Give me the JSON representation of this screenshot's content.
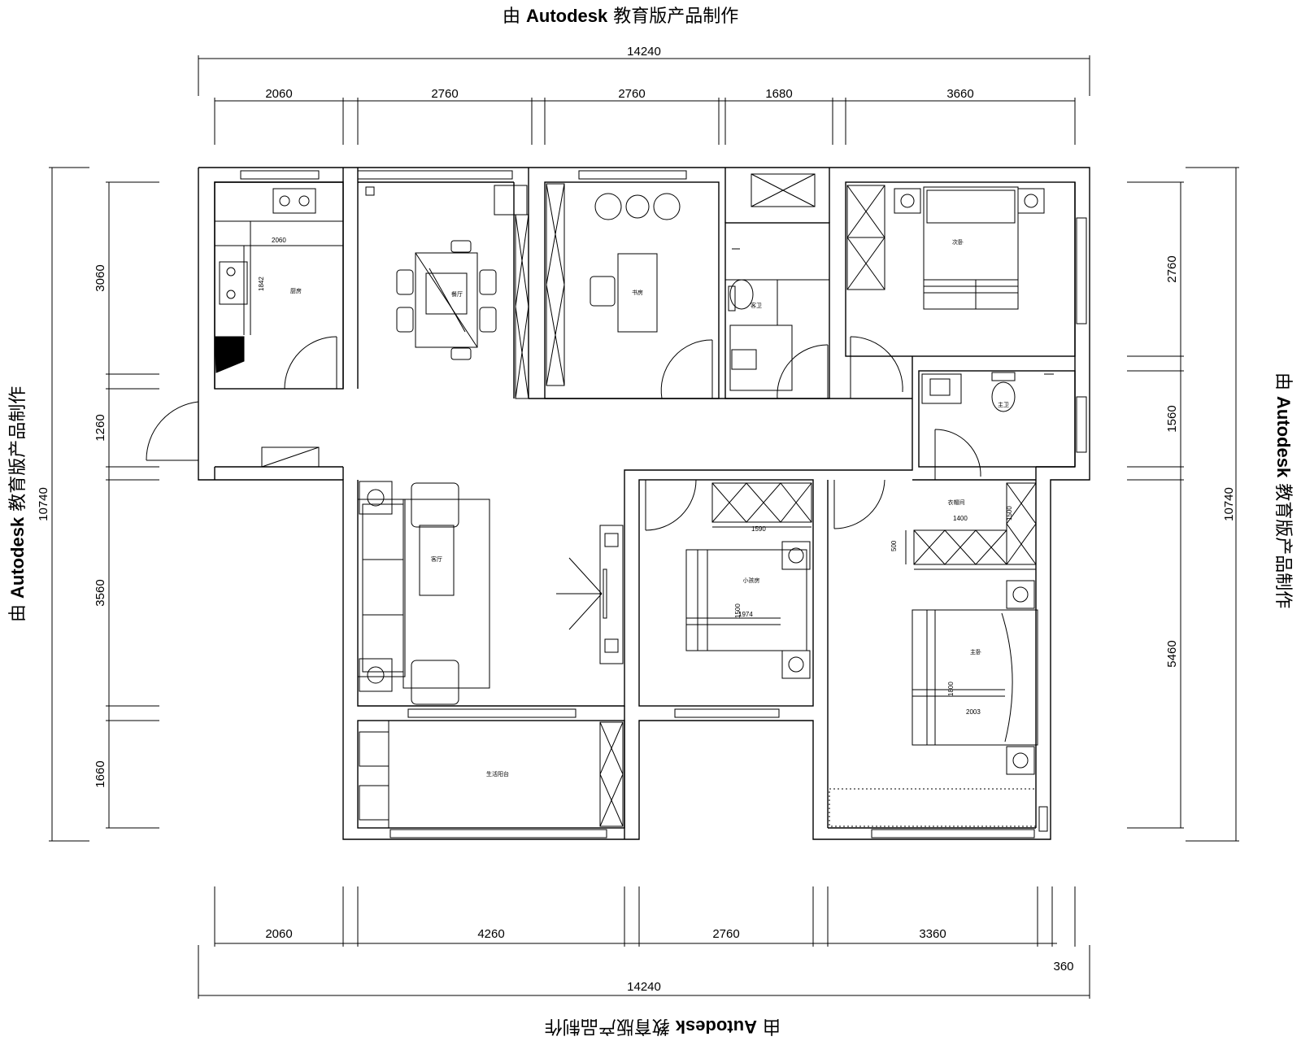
{
  "watermark": {
    "prefix": "由",
    "brand": "Autodesk",
    "suffix": "教育版产品制作"
  },
  "dimensions": {
    "top_total": "14240",
    "top_segments": [
      "2060",
      "2760",
      "2760",
      "1680",
      "3660"
    ],
    "bottom_total": "14240",
    "bottom_segments": [
      "2060",
      "4260",
      "2760",
      "3360"
    ],
    "bottom_extra": "360",
    "left_total": "10740",
    "left_segments": [
      "3060",
      "1260",
      "3560",
      "1660"
    ],
    "right_total": "10740",
    "right_segments": [
      "2760",
      "1560",
      "5460"
    ]
  },
  "rooms": {
    "kitchen": "厨房",
    "dining": "餐厅",
    "study": "书房",
    "guest_bath": "客卫",
    "second_bedroom": "次卧",
    "master_bath": "主卫",
    "living_room": "客厅",
    "children_room": "小孩房",
    "closet": "衣帽间",
    "master_bedroom": "主卧",
    "utility_balcony": "生活阳台"
  },
  "annotations": {
    "kitchen_width": "2060",
    "kitchen_depth": "1842",
    "wardrobe_1": "1590",
    "bed_1_length": "1974",
    "bed_1_width": "1500",
    "closet_width": "1400",
    "closet_depth": "500",
    "closet_side": "1500",
    "bed_2_width": "1800",
    "bed_2_length": "2003"
  }
}
